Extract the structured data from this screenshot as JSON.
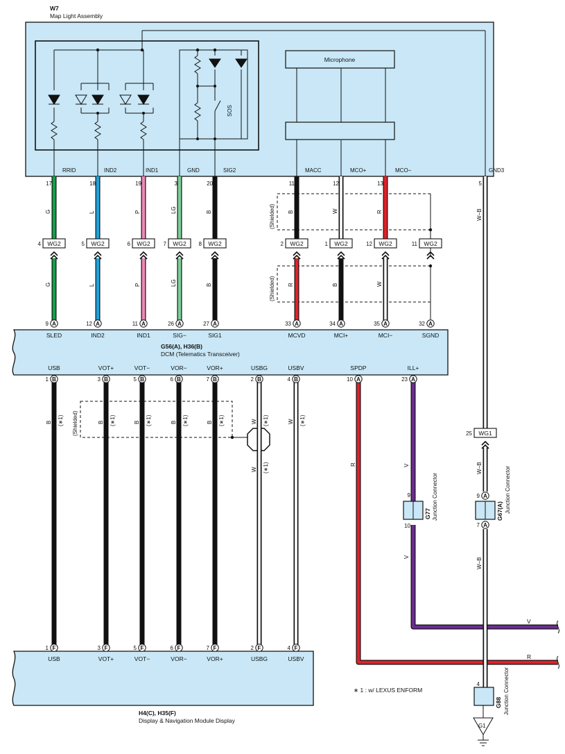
{
  "colors": {
    "green": "#12a04c",
    "blue": "#20a3dc",
    "pink": "#ef88b9",
    "light_green": "#7fcf99",
    "black": "#111111",
    "red": "#e0212a",
    "violet": "#6c2d91",
    "white_wire": "#ffffff",
    "component_fill": "#c9e7f6"
  },
  "w7": {
    "code": "W7",
    "name": "Map Light Assembly",
    "microphone_label": "Microphone",
    "sos_label": "SOS",
    "terminals": [
      {
        "name": "RRID",
        "pin": "17",
        "color_code": "G",
        "wire": "green"
      },
      {
        "name": "IND2",
        "pin": "18",
        "color_code": "L",
        "wire": "blue"
      },
      {
        "name": "IND1",
        "pin": "19",
        "color_code": "P",
        "wire": "pink"
      },
      {
        "name": "GND",
        "pin": "3",
        "color_code": "LG",
        "wire": "light_green"
      },
      {
        "name": "SIG2",
        "pin": "20",
        "color_code": "B",
        "wire": "black"
      },
      {
        "name": "MACC",
        "pin": "11",
        "color_code": "B",
        "wire": "black"
      },
      {
        "name": "MCO+",
        "pin": "12",
        "color_code": "W",
        "wire": "white_wire"
      },
      {
        "name": "MCO−",
        "pin": "13",
        "color_code": "R",
        "wire": "red"
      },
      {
        "name": "GND3",
        "pin": "5",
        "color_code": "W−B",
        "wire": "white_wire"
      }
    ]
  },
  "wg2_joints": [
    {
      "pin": "4",
      "label": "WG2",
      "lower_color_code": "G"
    },
    {
      "pin": "5",
      "label": "WG2",
      "lower_color_code": "L"
    },
    {
      "pin": "6",
      "label": "WG2",
      "lower_color_code": "P"
    },
    {
      "pin": "7",
      "label": "WG2",
      "lower_color_code": "LG"
    },
    {
      "pin": "8",
      "label": "WG2",
      "lower_color_code": "B"
    },
    {
      "pin": "2",
      "label": "WG2",
      "lower_color_code": "R"
    },
    {
      "pin": "1",
      "label": "WG2",
      "lower_color_code": "B"
    },
    {
      "pin": "12",
      "label": "WG2",
      "lower_color_code": "W"
    },
    {
      "pin": "11",
      "label": "WG2",
      "lower_color_code": ""
    }
  ],
  "shield_labels": {
    "upper": "(Shielded)",
    "lower": "(Shielded)",
    "usb": "(Shielded)"
  },
  "dcm": {
    "code": "G56(A), H36(B)",
    "name": "DCM (Telematics Transceiver)",
    "top_terminals": [
      {
        "pin": "9",
        "conn": "A",
        "name": "SLED"
      },
      {
        "pin": "12",
        "conn": "A",
        "name": "IND2"
      },
      {
        "pin": "11",
        "conn": "A",
        "name": "IND1"
      },
      {
        "pin": "26",
        "conn": "A",
        "name": "SIG−"
      },
      {
        "pin": "27",
        "conn": "A",
        "name": "SIG1"
      },
      {
        "pin": "33",
        "conn": "A",
        "name": "MCVD"
      },
      {
        "pin": "34",
        "conn": "A",
        "name": "MCI+"
      },
      {
        "pin": "35",
        "conn": "A",
        "name": "MCI−"
      },
      {
        "pin": "32",
        "conn": "A",
        "name": "SGND"
      }
    ],
    "bottom_terminals": [
      {
        "pin": "1",
        "conn": "B",
        "name": "USB",
        "color_code": "B",
        "note": "(∗1)"
      },
      {
        "pin": "3",
        "conn": "B",
        "name": "VOT+",
        "color_code": "B",
        "note": "(∗1)"
      },
      {
        "pin": "5",
        "conn": "B",
        "name": "VOT−",
        "color_code": "B",
        "note": "(∗1)"
      },
      {
        "pin": "6",
        "conn": "B",
        "name": "VOR−",
        "color_code": "B",
        "note": "(∗1)"
      },
      {
        "pin": "7",
        "conn": "B",
        "name": "VOR+",
        "color_code": "B",
        "note": "(∗1)"
      },
      {
        "pin": "2",
        "conn": "B",
        "name": "USBG",
        "color_code": "W",
        "note": "(∗1)"
      },
      {
        "pin": "4",
        "conn": "B",
        "name": "USBV",
        "color_code": "W",
        "note": "(∗1)"
      },
      {
        "pin": "10",
        "conn": "A",
        "name": "SPDP",
        "color_code": "R",
        "note": ""
      },
      {
        "pin": "23",
        "conn": "A",
        "name": "ILL+",
        "color_code": "V",
        "note": ""
      }
    ]
  },
  "wg1": {
    "pin": "25",
    "label": "WG1",
    "color_upper": "W−B",
    "color_lower": "W−B"
  },
  "g67": {
    "code": "G67(A)",
    "name": "Junction Connector",
    "pin_top": "9",
    "pin_bottom": "7",
    "conn": "A",
    "color_below": "W−B"
  },
  "g77": {
    "code": "G77",
    "name": "Junction Connector",
    "pin_top": "9",
    "pin_bottom": "10",
    "color_above": "V",
    "color_below": "V"
  },
  "g88": {
    "code": "G88",
    "name": "Junction Connector",
    "pin": "4"
  },
  "ground": {
    "label": "G1"
  },
  "outgoing": {
    "violet": "V",
    "red": "R"
  },
  "usbg_secondary": {
    "color_code": "W",
    "note": "(∗1)"
  },
  "display": {
    "code": "H4(C), H35(F)",
    "name": "Display & Navigation Module Display",
    "terminals": [
      {
        "pin": "1",
        "conn": "F",
        "name": "USB"
      },
      {
        "pin": "3",
        "conn": "F",
        "name": "VOT+"
      },
      {
        "pin": "5",
        "conn": "F",
        "name": "VOT−"
      },
      {
        "pin": "6",
        "conn": "F",
        "name": "VOR−"
      },
      {
        "pin": "7",
        "conn": "F",
        "name": "VOR+"
      },
      {
        "pin": "2",
        "conn": "F",
        "name": "USBG"
      },
      {
        "pin": "4",
        "conn": "F",
        "name": "USBV"
      }
    ]
  },
  "footnote": "∗ 1 : w/ LEXUS ENFORM"
}
